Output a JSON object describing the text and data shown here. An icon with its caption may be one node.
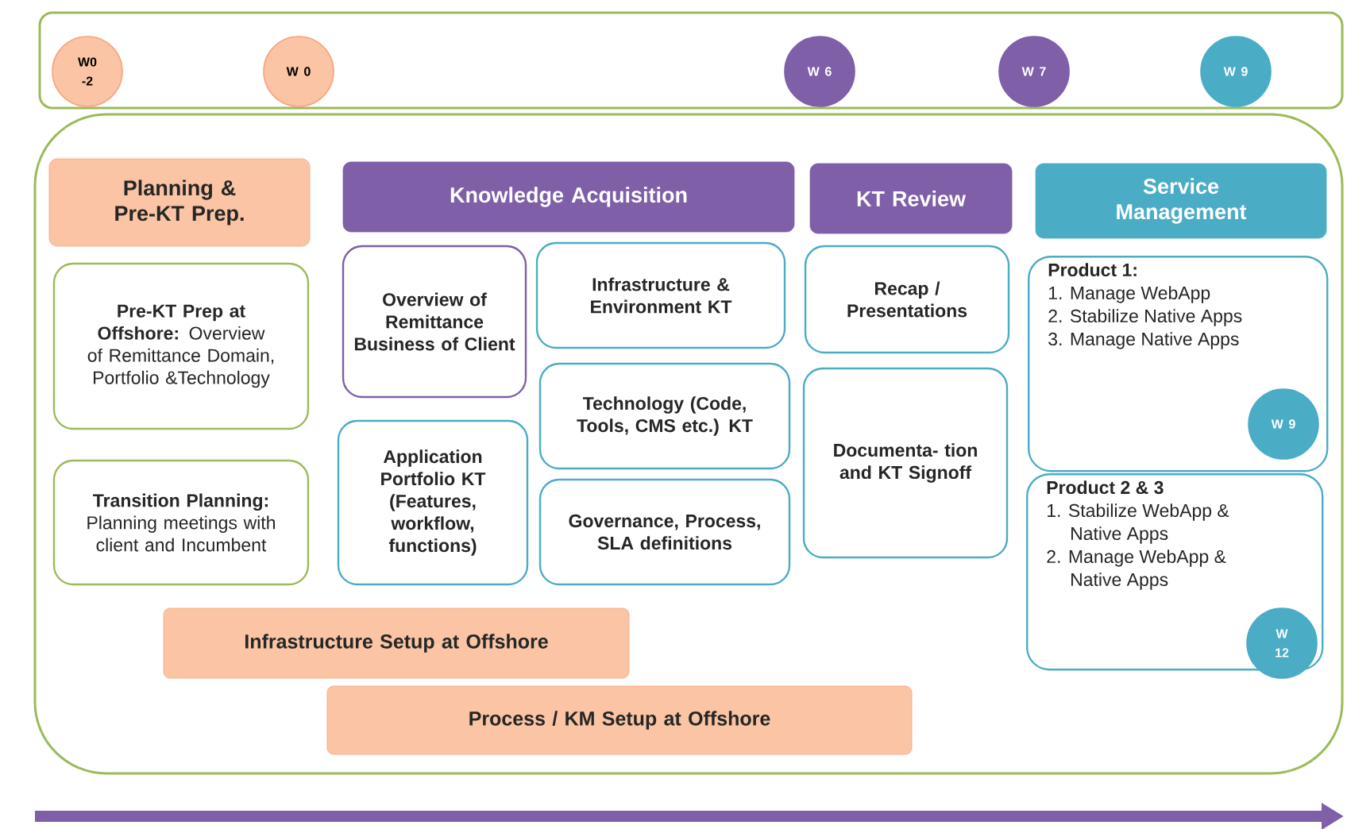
{
  "diagram": {
    "nodes": [
      {
        "text": [],
        "shape": "box"
      },
      {
        "text": [
          "W0 -2"
        ],
        "in": 0
      },
      {
        "text": [
          "W 0"
        ],
        "in": 0
      },
      {
        "text": [
          "W 6"
        ],
        "in": 0
      },
      {
        "text": [
          "W 7"
        ],
        "in": 0
      },
      {
        "text": [
          "W 9"
        ],
        "in": 0
      },
      {
        "text": [],
        "shape": "box"
      },
      {
        "text": [
          "Planning & Pre-KT Prep."
        ],
        "in": 6
      },
      {
        "text": [
          "**Pre-KT Prep at Offshore:** Overview of Remittance Domain,  Portfolio &Technology"
        ],
        "in": 6
      },
      {
        "text": [
          "**Transition Planning:** Planning meetings with client and Incumbent"
        ],
        "in": 6
      },
      {
        "text": [
          "Knowledge Acquisition"
        ],
        "in": 6
      },
      {
        "text": [
          "Overview of Remittance Business of Client"
        ],
        "in": 6
      },
      {
        "text": [
          "Application Portfolio KT (Features, workflow, functions)"
        ],
        "in": 6
      },
      {
        "text": [
          "Infrastructure & Environment KT"
        ],
        "in": 6
      },
      {
        "text": [
          "Technology (Code, Tools, CMS etc.) KT"
        ],
        "in": 6
      },
      {
        "text": [
          "Governance, Process, SLA definitions"
        ],
        "in": 6
      },
      {
        "text": [
          "KT  Review"
        ],
        "in": 6
      },
      {
        "text": [
          "Recap / Presentations"
        ],
        "in": 6
      },
      {
        "text": [
          "Documenta- tion and KT Signoff"
        ],
        "in": 6
      },
      {
        "text": [
          "Service Management"
        ],
        "in": 6
      },
      {
        "text": [
          "Product 1:",
          "1. Manage WebApp",
          "2. Stabilize Native Apps",
          "3. Manage Native Apps"
        ],
        "in": 6
      },
      {
        "text": [
          "W 9"
        ],
        "in": 20
      },
      {
        "text": [
          "Product 2 & 3",
          "1. Stabilize WebApp & Native Apps",
          "2. Manage WebApp & Native Apps"
        ],
        "in": 6
      },
      {
        "text": [
          "W 12"
        ],
        "in": 22
      },
      {
        "text": [
          "Infrastructure Setup at Offshore"
        ],
        "in": 6
      },
      {
        "text": [
          "Process / KM Setup at Offshore"
        ],
        "in": 6
      }
    ]
  }
}
